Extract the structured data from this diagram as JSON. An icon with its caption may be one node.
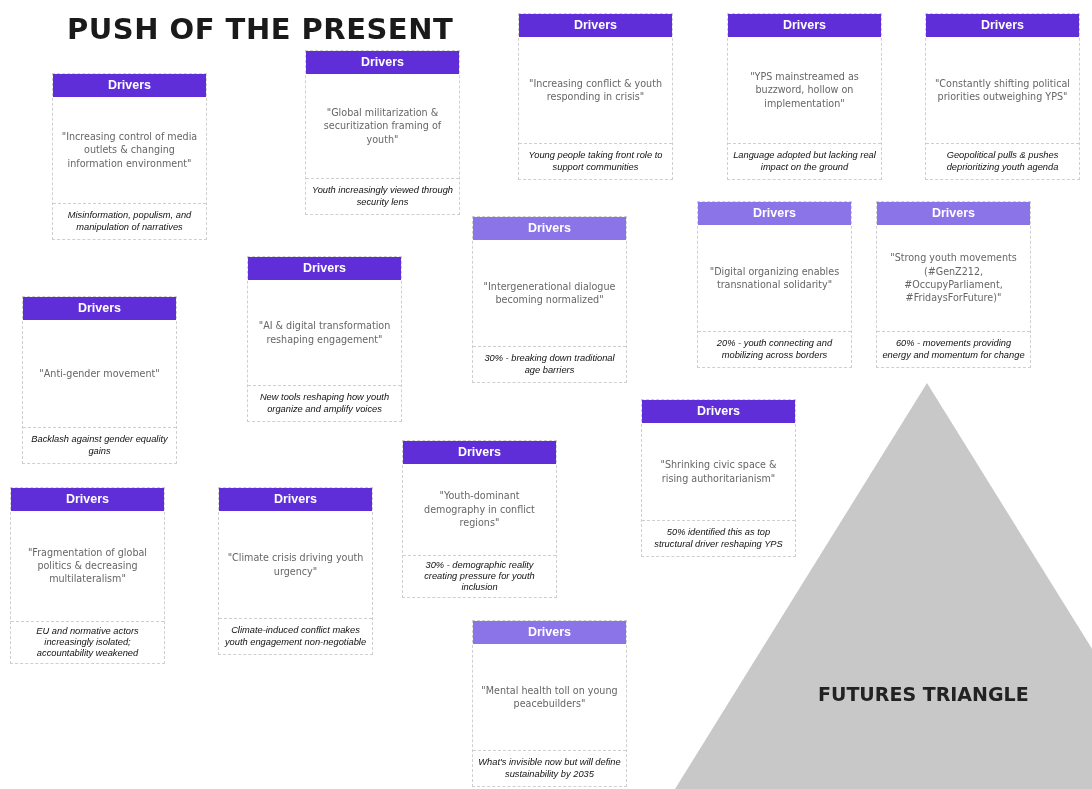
{
  "diagram": {
    "title": "PUSH OF THE PRESENT",
    "nodes": [
      {
        "text": [
          "Drivers",
          "\"Increasing conflict & youth responding in crisis\"",
          "Young people taking front role to support communities"
        ]
      },
      {
        "text": [
          "Drivers",
          "\"YPS mainstreamed as buzzword, hollow on implementation\"",
          "Language adopted but lacking real impact on the ground"
        ]
      },
      {
        "text": [
          "Drivers",
          "\"Constantly shifting political priorities outweighing YPS\"",
          "Geopolitical pulls & pushes deprioritizing youth agenda"
        ]
      },
      {
        "text": [
          "Drivers",
          "\"Global militarization & securitization framing of youth\"",
          "Youth increasingly viewed through security lens"
        ]
      },
      {
        "text": [
          "Drivers",
          "\"Increasing control of media outlets & changing information environment\"",
          "Misinformation, populism, and manipulation of narratives"
        ]
      },
      {
        "text": [
          "Drivers",
          "\"Digital organizing enables transnational solidarity\"",
          "20% - youth connecting and mobilizing across borders"
        ]
      },
      {
        "text": [
          "Drivers",
          "\"Strong youth movements (#GenZ212, #OccupyParliament, #FridaysForFuture)\"",
          "60% - movements providing energy and momentum for change"
        ]
      },
      {
        "text": [
          "Drivers",
          "\"Intergenerational dialogue becoming normalized\"",
          "30% - breaking down traditional age barriers"
        ]
      },
      {
        "text": [
          "Drivers",
          "\"AI & digital transformation reshaping engagement\"",
          "New tools reshaping how youth organize and amplify voices"
        ]
      },
      {
        "text": [
          "Drivers",
          "\"Anti-gender movement\"",
          "Backlash against gender equality gains"
        ]
      },
      {
        "text": [
          "Drivers",
          "\"Shrinking civic space & rising authoritarianism\"",
          "50% identified this as top structural driver reshaping YPS"
        ]
      },
      {
        "text": [
          "Drivers",
          "\"Youth-dominant demography in conflict regions\"",
          "30% - demographic reality creating pressure for youth inclusion"
        ]
      },
      {
        "text": [
          "Drivers",
          "\"Fragmentation of global politics & decreasing multilateralism\"",
          "EU and normative actors increasingly isolated; accountability weakened"
        ]
      },
      {
        "text": [
          "Drivers",
          "\"Climate crisis driving youth urgency\"",
          "Climate-induced conflict makes youth engagement non-negotiable"
        ]
      },
      {
        "text": [
          "Drivers",
          "\"Mental health toll on young peacebuilders\"",
          "What's invisible now but will define sustainability by 2035"
        ]
      },
      {
        "text": [
          "FUTURES TRIANGLE"
        ]
      }
    ]
  }
}
